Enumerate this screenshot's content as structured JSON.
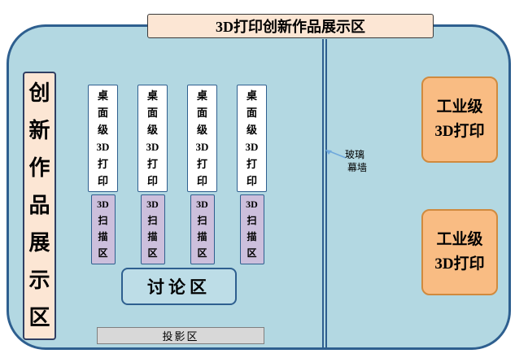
{
  "diagram": {
    "title": "3D打印创新作品展示区",
    "left_zone": {
      "label": "创\n新\n作\n品\n展\n示\n区"
    },
    "printer_columns": [
      {
        "printer": "桌\n面\n级\n3D\n打\n印",
        "scanner": "3D\n扫\n描\n区"
      },
      {
        "printer": "桌\n面\n级\n3D\n打\n印",
        "scanner": "3D\n扫\n描\n区"
      },
      {
        "printer": "桌\n面\n级\n3D\n打\n印",
        "scanner": "3D\n扫\n描\n区"
      },
      {
        "printer": "桌\n面\n级\n3D\n打\n印",
        "scanner": "3D\n扫\n描\n区"
      }
    ],
    "discussion": {
      "label": "讨论区"
    },
    "projection": {
      "label": "投影区"
    },
    "glass_wall": {
      "label": "玻璃\n 幕墙"
    },
    "industrial_zones": [
      {
        "label": "工业级\n3D打印"
      },
      {
        "label": "工业级\n3D打印"
      }
    ],
    "colors": {
      "room_fill": "#b3d8e2",
      "room_border": "#2e5f8f",
      "banner_fill": "#fce6d4",
      "left_zone_fill": "#fce6d4",
      "printer_fill": "#ffffff",
      "scanner_fill": "#ccbfdc",
      "industrial_fill": "#f9bc83",
      "industrial_border": "#d08a3e",
      "projection_fill": "#d8d8d8"
    }
  }
}
